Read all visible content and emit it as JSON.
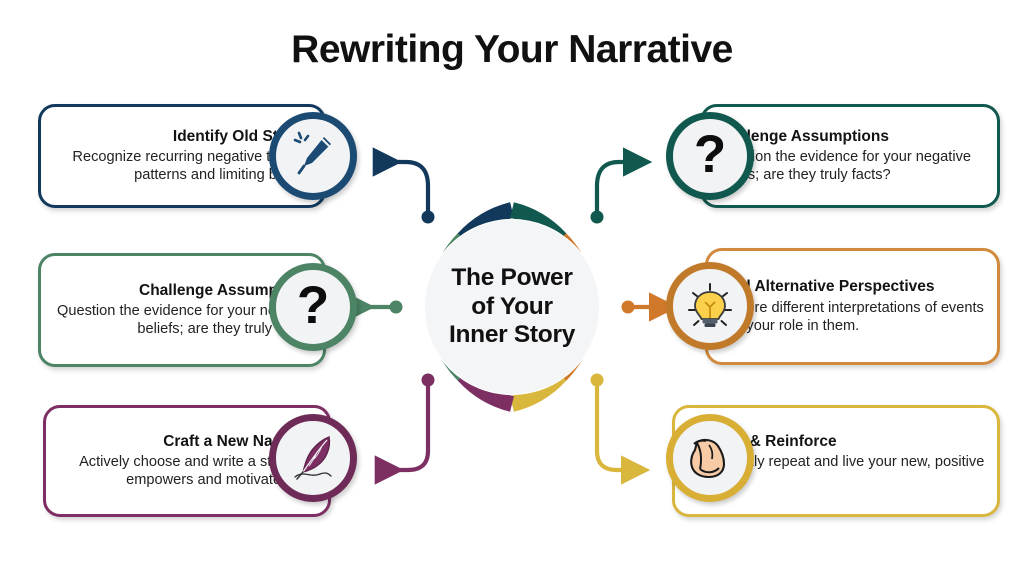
{
  "header": {
    "title": "Rewriting Your Narrative"
  },
  "hub": {
    "label": "The Power of Your Inner Story",
    "label_line1": "The Power",
    "label_line2": "of Your",
    "label_line3": "Inner Story",
    "ring_segment_colors": [
      "#12395c",
      "#11584f",
      "#d1792a",
      "#d9b63c",
      "#7d2f63",
      "#4c8465"
    ]
  },
  "cards": [
    {
      "id": "identify-old-stories",
      "title": "Identify Old Stories",
      "description": "Recognize recurring negative thought patterns and limiting beliefs.",
      "icon": "pen-icon",
      "side": "left",
      "color": "#12395c",
      "icon_ring_color": "#1b4a73"
    },
    {
      "id": "challenge-assumptions-right",
      "title": "Challenge Assumptions",
      "description": "Question the evidence for your negative beliefs; are they truly facts?",
      "icon": "question-mark-icon",
      "side": "right",
      "color": "#11584f",
      "icon_ring_color": "#11584f"
    },
    {
      "id": "challenge-assumptions-left",
      "title": "Challenge Assumptions",
      "description": "Question the evidence for your negative beliefs; are they truly facts?",
      "icon": "question-mark-icon",
      "side": "left",
      "color": "#4c8465",
      "icon_ring_color": "#4c8465"
    },
    {
      "id": "find-alternative-perspectives",
      "title": "Find Alternative Perspectives",
      "description": "Explore different interpretations of events and your role in them.",
      "icon": "lightbulb-icon",
      "side": "right",
      "color": "#d18a3e",
      "icon_ring_color": "#c07a2a"
    },
    {
      "id": "craft-a-new-narrative",
      "title": "Craft a New Narrative",
      "description": "Actively choose and write a story that empowers and motivates you.",
      "icon": "feather-quill-icon",
      "side": "left",
      "color": "#7d2f63",
      "icon_ring_color": "#6f2b57"
    },
    {
      "id": "practice-and-reinforce",
      "title": "Practice & Reinforce",
      "description": "Consistently repeat and live your new, positive self-story.",
      "icon": "flexed-bicep-icon",
      "side": "right",
      "color": "#d9b63c",
      "icon_ring_color": "#d9ae34"
    }
  ],
  "connectors": [
    {
      "from": "hub",
      "to": "identify-old-stories",
      "color": "#12395c",
      "style": "curved",
      "arrow": "left"
    },
    {
      "from": "hub",
      "to": "challenge-assumptions-right",
      "color": "#11584f",
      "style": "curved",
      "arrow": "right"
    },
    {
      "from": "hub",
      "to": "challenge-assumptions-left",
      "color": "#4c8465",
      "style": "straight",
      "arrow": "left"
    },
    {
      "from": "hub",
      "to": "find-alternative-perspectives",
      "color": "#d1792a",
      "style": "straight",
      "arrow": "right"
    },
    {
      "from": "hub",
      "to": "craft-a-new-narrative",
      "color": "#7d2f63",
      "style": "curved",
      "arrow": "left"
    },
    {
      "from": "hub",
      "to": "practice-and-reinforce",
      "color": "#d9b63c",
      "style": "curved",
      "arrow": "right"
    }
  ]
}
